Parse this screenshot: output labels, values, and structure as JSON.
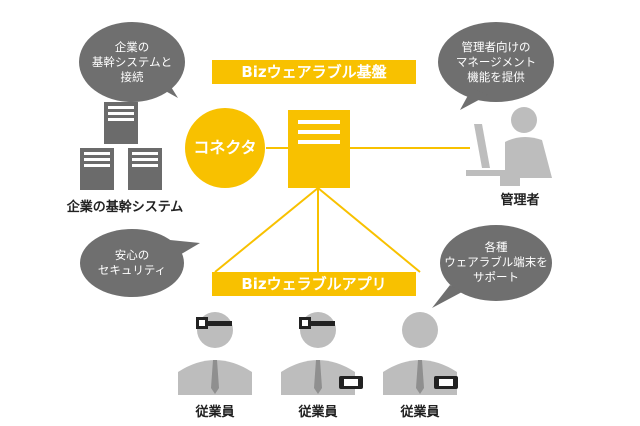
{
  "banners": {
    "platform": "Bizウェアラブル基盤",
    "apps": "Bizウェラブルアプリ"
  },
  "connector": "コネクタ",
  "bubbles": {
    "enterprise": "企業の\n基幹システムと\n接続",
    "management": "管理者向けの\nマネージメント\n機能を提供",
    "security": "安心の\nセキュリティ",
    "support": "各種\nウェアラブル端末を\nサポート"
  },
  "labels": {
    "enterprise_system": "企業の基幹システム",
    "admin": "管理者",
    "employees": [
      "従業員",
      "従業員",
      "従業員"
    ]
  },
  "colors": {
    "accent": "#f8c100",
    "bubble": "#6f6f6f",
    "figure": "#bdbdbd",
    "server": "#6b6b6b"
  }
}
